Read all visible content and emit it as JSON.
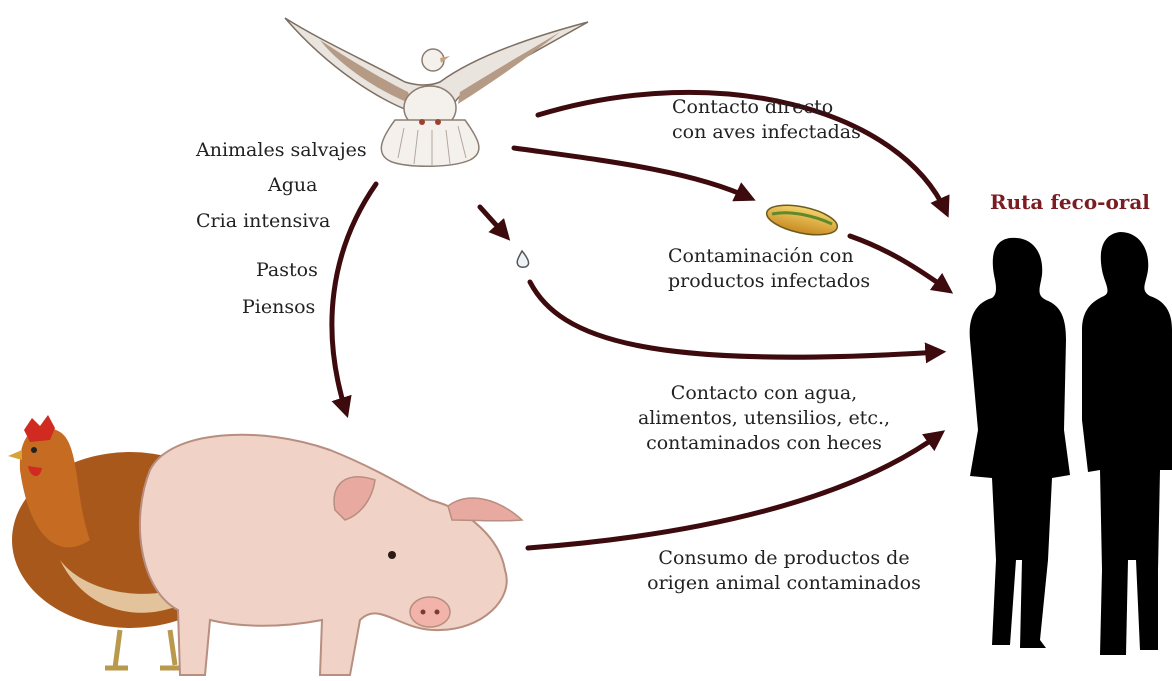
{
  "colors": {
    "arrow": "#3d0a0e",
    "title": "#7a1d23",
    "text": "#222222",
    "silhouette": "#000000"
  },
  "source_labels": [
    "Animales salvajes",
    "Agua",
    "Cria intensiva",
    "Pastos",
    "Piensos"
  ],
  "routes": {
    "direct_contact": [
      "Contacto directo",
      "con aves infectadas"
    ],
    "contaminated_products": [
      "Contaminación con",
      "productos infectados"
    ],
    "feces_contact": [
      "Contacto con agua,",
      "alimentos, utensilios, etc.,",
      "contaminados con heces"
    ],
    "animal_products": [
      "Consumo de productos de",
      "origen animal contaminados"
    ]
  },
  "target": {
    "title": "Ruta feco-oral"
  },
  "icons": [
    "dove-icon",
    "bread-icon",
    "water-drop-icon",
    "chicken-icon",
    "pig-icon",
    "woman-silhouette-icon",
    "man-silhouette-icon"
  ]
}
